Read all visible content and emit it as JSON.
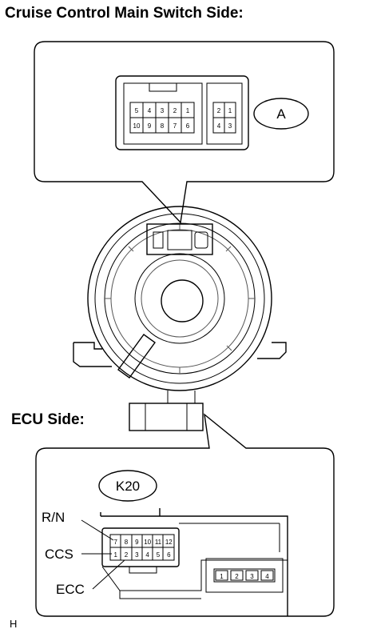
{
  "titles": {
    "main_switch_side": "Cruise Control Main Switch Side:",
    "ecu_side": "ECU Side:"
  },
  "connectors": {
    "a": {
      "code": "A",
      "big_top": [
        "5",
        "4",
        "3",
        "2",
        "1"
      ],
      "big_bottom": [
        "10",
        "9",
        "8",
        "7",
        "6"
      ],
      "small_top": [
        "2",
        "1"
      ],
      "small_bottom": [
        "4",
        "3"
      ]
    },
    "k20": {
      "code": "K20",
      "top": [
        "7",
        "8",
        "9",
        "10",
        "11",
        "12"
      ],
      "bottom": [
        "1",
        "2",
        "3",
        "4",
        "5",
        "6"
      ],
      "side": [
        "1",
        "2",
        "3",
        "4"
      ]
    }
  },
  "terminals": {
    "rn": "R/N",
    "ccs": "CCS",
    "ecc": "ECC"
  },
  "footer": {
    "mark": "H"
  }
}
